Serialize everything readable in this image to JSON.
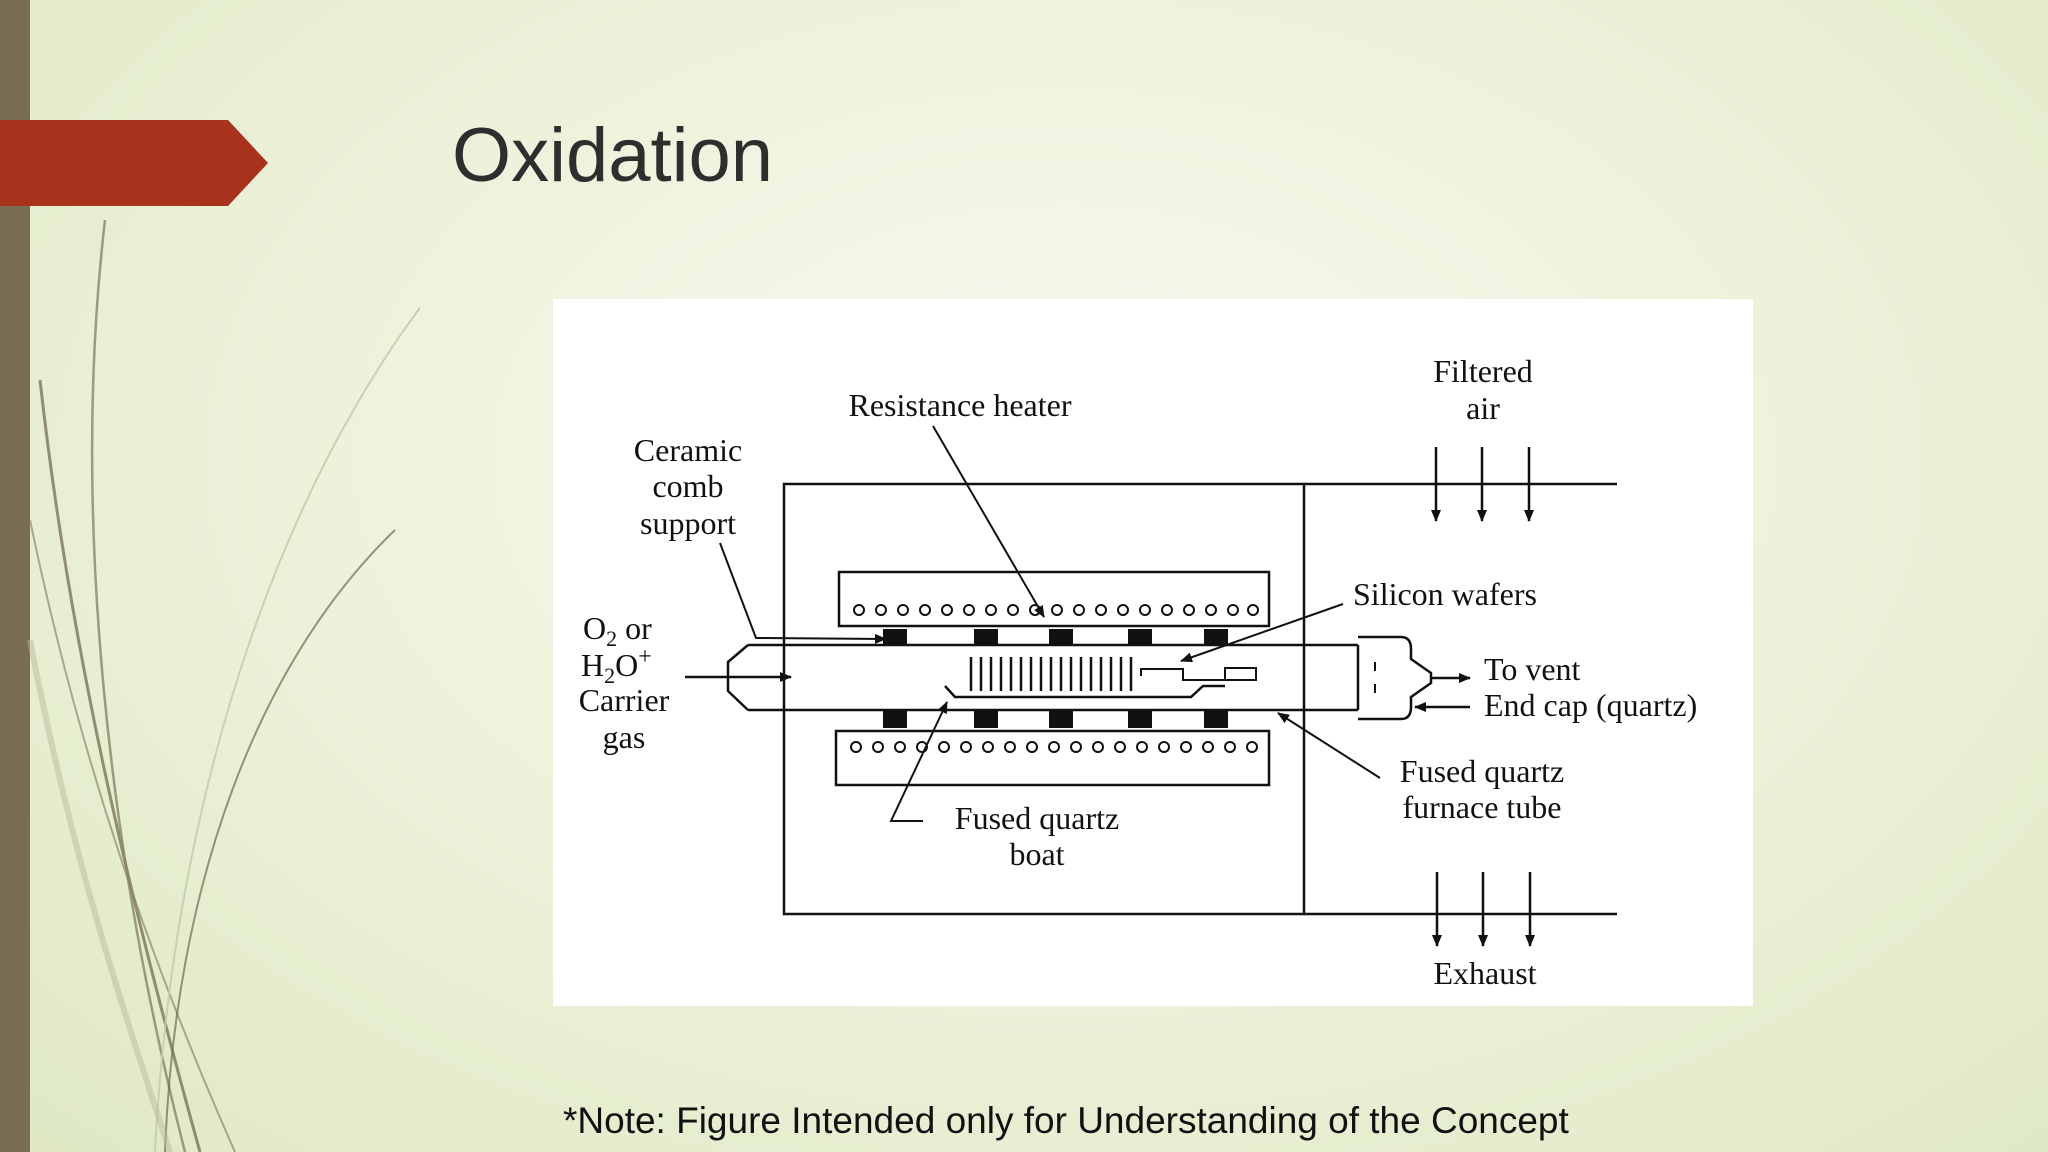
{
  "slide": {
    "title": "Oxidation",
    "note": "*Note: Figure Intended only for Understanding of the Concept",
    "colors": {
      "accent": "#a8321b",
      "side_bar": "#7a6e52",
      "background": "#eef3dd"
    }
  },
  "figure": {
    "labels": {
      "resistance_heater": "Resistance heater",
      "filtered_air_1": "Filtered",
      "filtered_air_2": "air",
      "ceramic_1": "Ceramic",
      "ceramic_2": "comb",
      "ceramic_3": "support",
      "silicon_wafers": "Silicon wafers",
      "gas_o2": "O",
      "gas_o2_sub": "2",
      "gas_o2_or": " or",
      "gas_h": "H",
      "gas_h_sub": "2",
      "gas_o": "O",
      "gas_plus": "+",
      "carrier": "Carrier",
      "gas": "gas",
      "to_vent": "To vent",
      "end_cap": "End cap (quartz)",
      "fused_quartz_tube_1": "Fused quartz",
      "fused_quartz_tube_2": "furnace tube",
      "fused_quartz_boat_1": "Fused quartz",
      "fused_quartz_boat_2": "boat",
      "exhaust": "Exhaust"
    }
  }
}
